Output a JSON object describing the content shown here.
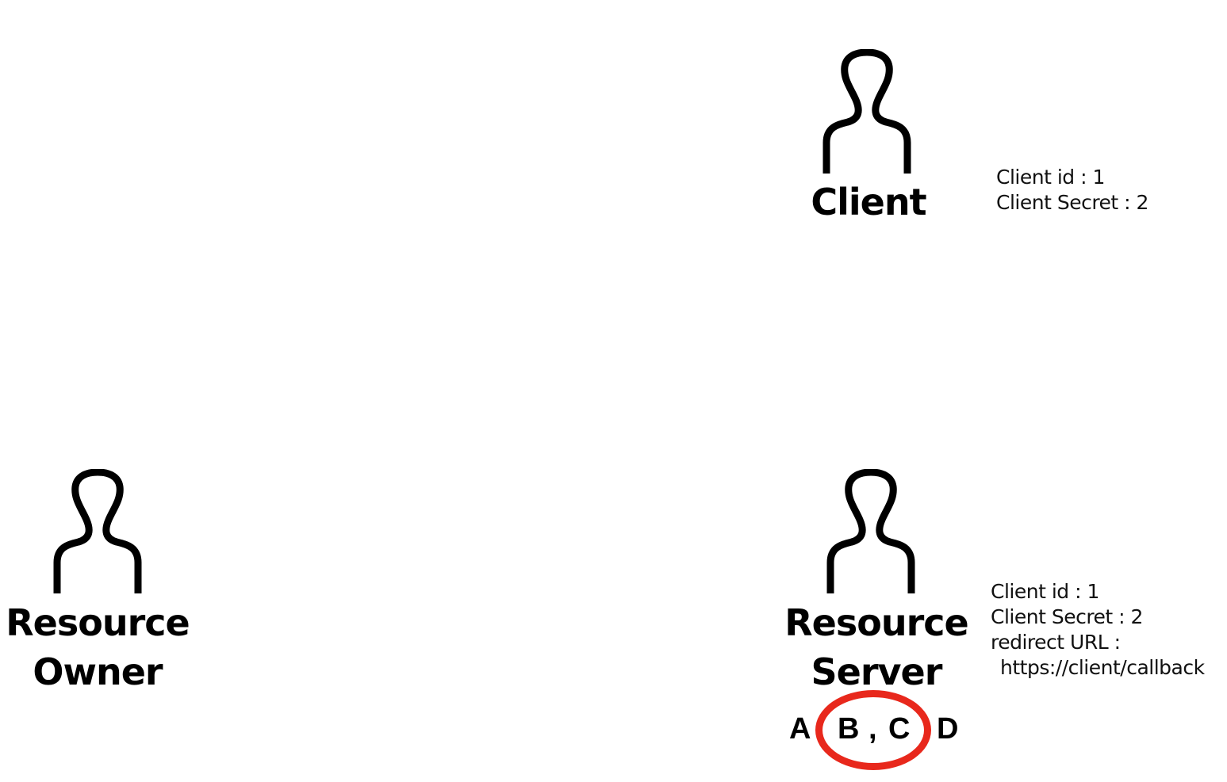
{
  "actors": {
    "client": {
      "label": "Client"
    },
    "resource_owner": {
      "label_line1": "Resource",
      "label_line2": "Owner"
    },
    "resource_server": {
      "label_line1": "Resource",
      "label_line2": "Server"
    }
  },
  "client_note": {
    "line1": "Client id : 1",
    "line2": "Client Secret : 2"
  },
  "server_note": {
    "line1": "Client id : 1",
    "line2": "Client Secret : 2",
    "line3": "redirect URL :",
    "line4": "https://client/callback"
  },
  "steps": {
    "a": "A",
    "b": "B",
    "comma": ",",
    "c": "C",
    "d": "D"
  },
  "colors": {
    "icon": "#000000",
    "highlight": "#e8281c"
  },
  "icons": {
    "client": "person-icon",
    "resource_owner": "person-icon",
    "resource_server": "person-icon"
  }
}
